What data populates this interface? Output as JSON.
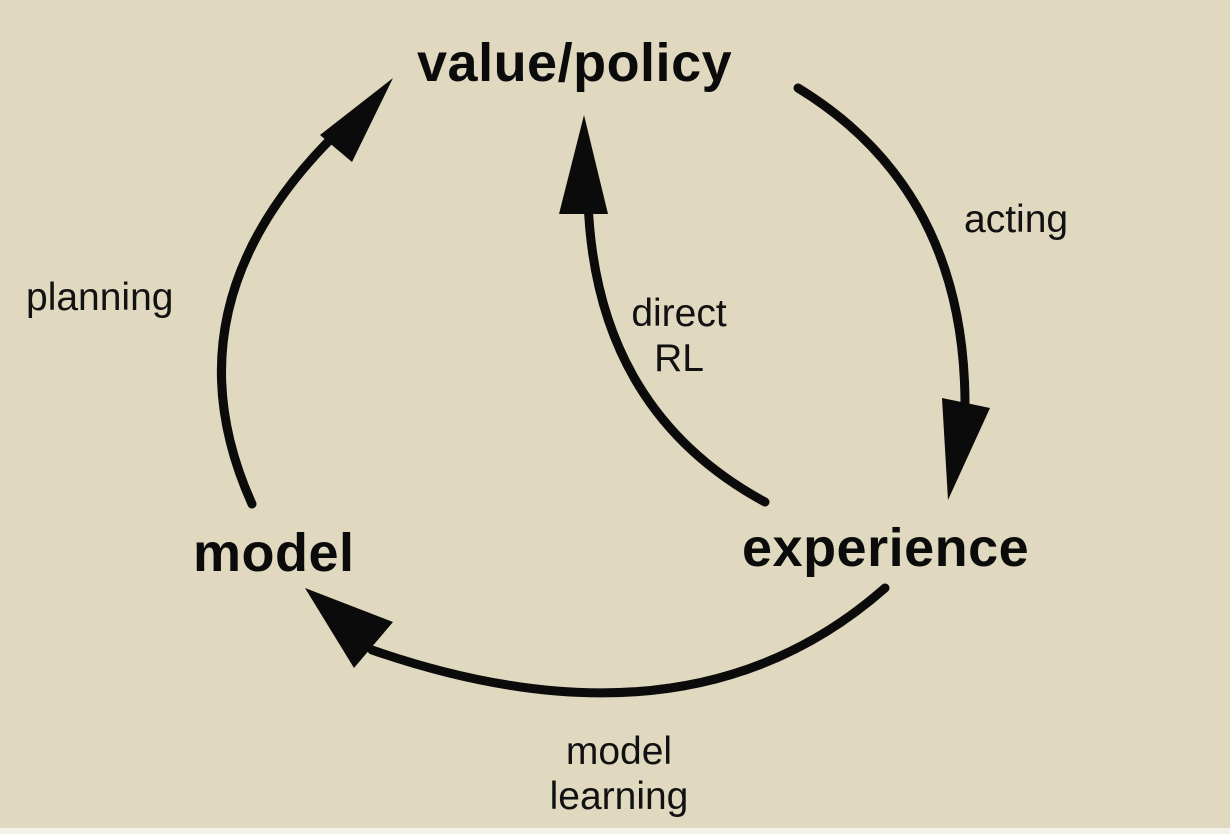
{
  "nodes": {
    "value_policy": "value/policy",
    "model": "model",
    "experience": "experience"
  },
  "edges": {
    "acting": "acting",
    "planning": "planning",
    "direct_rl": [
      "direct",
      "RL"
    ],
    "model_learning": [
      "model",
      "learning"
    ]
  },
  "colors": {
    "background": "#e0d8bf",
    "ink": "#0b0b0b"
  }
}
